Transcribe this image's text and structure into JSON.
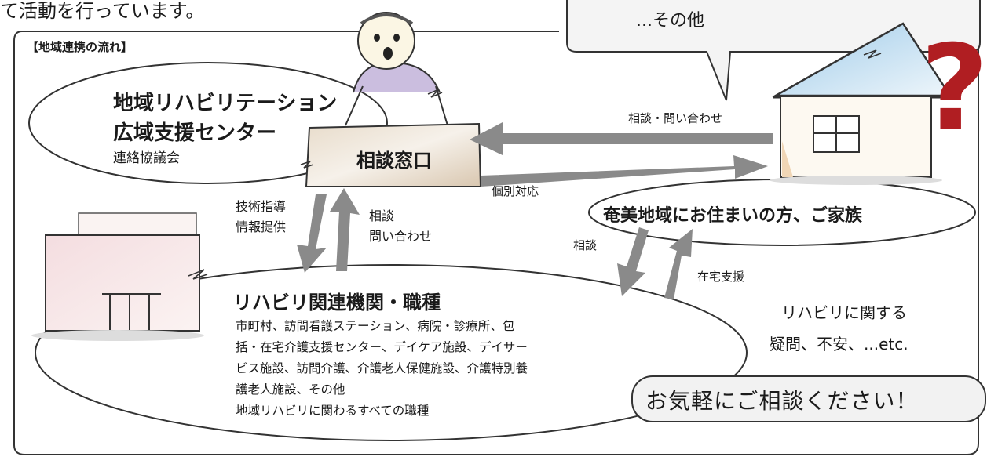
{
  "header": {
    "intro_text": "て活動を行っています。"
  },
  "frame": {
    "title": "【地域連携の流れ】"
  },
  "top_bubble": {
    "text": "...その他"
  },
  "center": {
    "name_line1": "地域リハビリテーション",
    "name_line2": "広域支援センター",
    "council": "連絡協議会",
    "desk_label": "相談窓口"
  },
  "arrows": {
    "consult_inquiry": "相談・問い合わせ",
    "individual_response": "個別対応",
    "tech_guidance": "技術指導",
    "info_provision": "情報提供",
    "consult": "相談",
    "inquiry": "問い合わせ",
    "resident_consult": "相談",
    "home_support": "在宅支援"
  },
  "residents": {
    "label": "奄美地域にお住まいの方、ご家族"
  },
  "rehab": {
    "title": "リハビリ関連機関・職種",
    "lines": [
      "市町村、訪問看護ステーション、病院・診療所、包",
      "括・在宅介護支援センター、デイケア施設、デイサー",
      "ビス施設、訪問介護、介護老人保健施設、介護特別養",
      "護老人施設、その他",
      "地域リハビリに関わるすべての職種"
    ]
  },
  "concerns": {
    "line1": "リハビリに関する",
    "line2": "疑問、不安、...etc."
  },
  "cta": {
    "label": "お気軽にご相談ください！"
  },
  "house": {
    "question_mark": "?"
  },
  "colors": {
    "arrow": "#8a8a8a",
    "question": "#b01e22",
    "roof_tint": "#bcd8ee",
    "wall_tint": "#f3dcc0"
  }
}
